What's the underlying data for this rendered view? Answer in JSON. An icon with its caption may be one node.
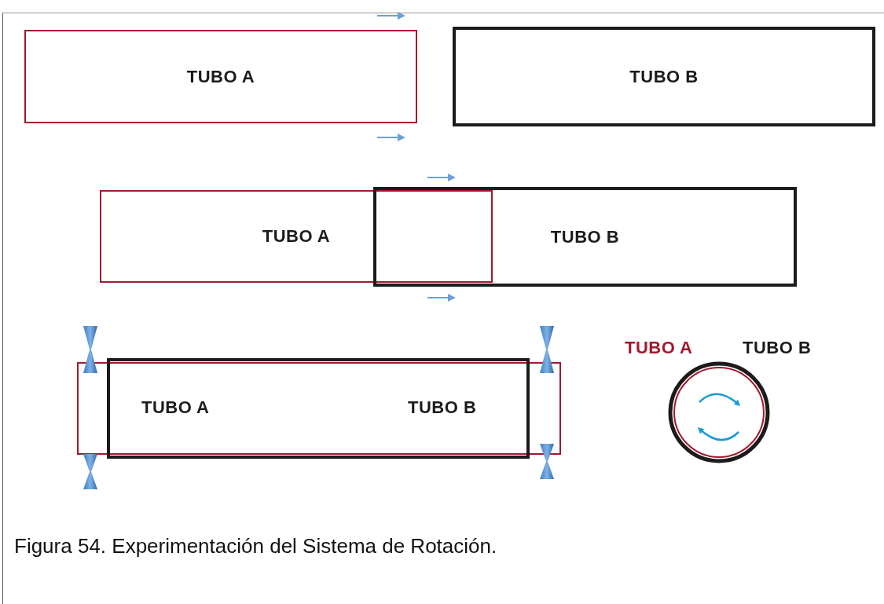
{
  "diagram": {
    "caption": "Figura 54. Experimentación del Sistema de Rotación.",
    "nodes": [
      {
        "text": [
          "TUBO A"
        ]
      },
      {
        "text": [
          "TUBO B"
        ]
      },
      {
        "text": [
          "TUBO A"
        ]
      },
      {
        "text": [
          "TUBO B"
        ]
      },
      {
        "text": [],
        "shape": "box"
      },
      {
        "text": [],
        "shape": "box"
      }
    ],
    "labels": [
      "TUBO A",
      "TUBO B",
      "TUBO A",
      "TUBO B"
    ]
  }
}
